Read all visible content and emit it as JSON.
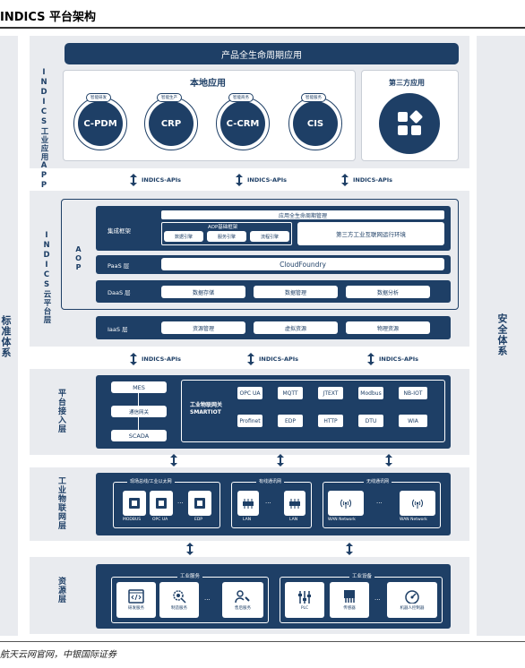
{
  "header": {
    "title": "INDICS 平台架构"
  },
  "footer": {
    "source": "航天云网官网，中银国际证券"
  },
  "side_left": {
    "label": "标准体系"
  },
  "side_right": {
    "label": "安全体系"
  },
  "app_layer": {
    "label": "INDICS工业应用APP层",
    "banner": "产品全生命周期应用",
    "local": {
      "title": "本地应用",
      "apps": [
        {
          "tag": "智能研发",
          "name": "C-PDM"
        },
        {
          "tag": "智能生产",
          "name": "CRP"
        },
        {
          "tag": "智能商务",
          "name": "C-CRM"
        },
        {
          "tag": "智能服务",
          "name": "CIS"
        }
      ]
    },
    "third_party": {
      "title": "第三方应用",
      "icon": "apps-grid-icon"
    }
  },
  "apis": {
    "label": "INDICS-APIs"
  },
  "cloud_layer": {
    "label": "INDICS云平台层",
    "aop": "AOP",
    "integration": {
      "label": "集成框架",
      "lifecycle": "应用全生命周期管理",
      "aop_base": "AOP基础框架",
      "aop_items": [
        "数据引擎",
        "服务引擎",
        "流程引擎"
      ],
      "third_env": "第三方工业互联网运行环境"
    },
    "paas": {
      "label": "PaaS 层",
      "value": "CloudFoundry"
    },
    "daas": {
      "label": "DaaS 层",
      "items": [
        "数据存储",
        "数据管理",
        "数据分析"
      ]
    },
    "iaas": {
      "label": "IaaS 层",
      "items": [
        "资源管理",
        "虚拟资源",
        "物理资源"
      ]
    }
  },
  "access_layer": {
    "label": "平台接入层",
    "left": [
      "MES",
      "通信网关",
      "SCADA"
    ],
    "gateway": "工业物联网关\nSMARTIOT",
    "protocols": [
      "OPC UA",
      "MQTT",
      "JTEXT",
      "Modbus",
      "NB-IOT",
      "Profinet",
      "EDP",
      "HTTP",
      "DTU",
      "WIA"
    ]
  },
  "iot_layer": {
    "label": "工业物联网层",
    "groups": [
      {
        "title": "现场总线/工业以太网",
        "items": [
          "MODBUS",
          "OPC UA",
          "...",
          "EDP"
        ]
      },
      {
        "title": "有线通讯网",
        "items": [
          "LAN",
          "...",
          "LAN"
        ]
      },
      {
        "title": "无线通讯网",
        "items": [
          "WAN Network",
          "...",
          "WAN Network"
        ]
      }
    ]
  },
  "resource_layer": {
    "label": "资源层",
    "groups": [
      {
        "title": "工业服务",
        "items": [
          "研发服务",
          "制造服务",
          "...",
          "售后服务"
        ]
      },
      {
        "title": "工业设备",
        "items": [
          "PLC",
          "传感器",
          "...",
          "机器人控制器"
        ]
      }
    ]
  }
}
